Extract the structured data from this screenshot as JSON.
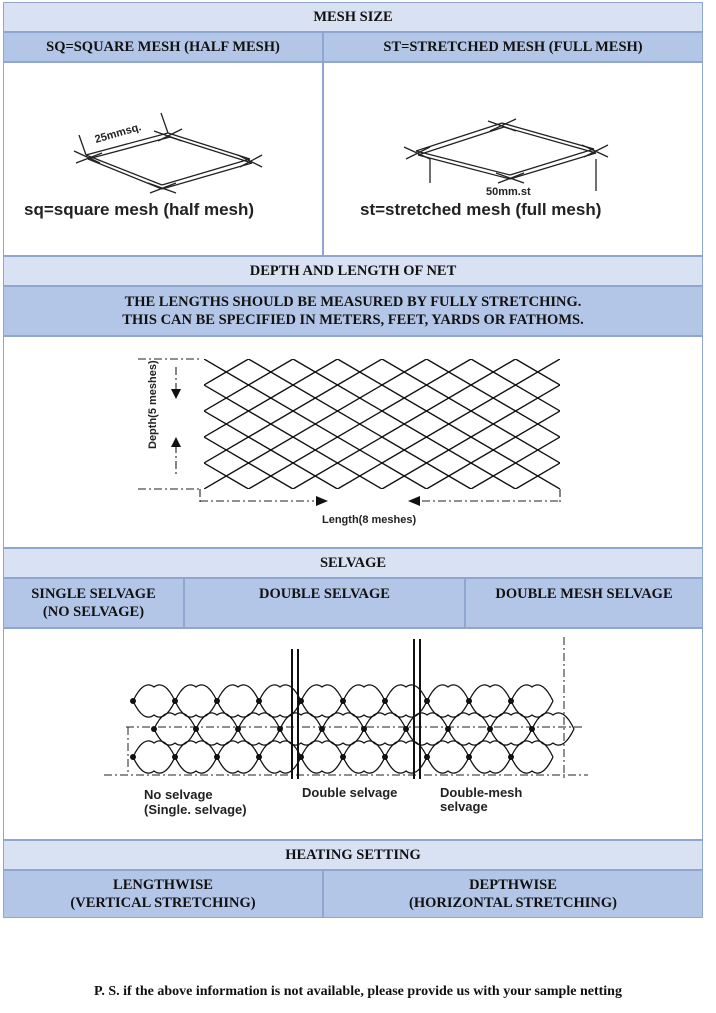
{
  "mesh_size": {
    "title": "MESH SIZE",
    "sq_header": "SQ=SQUARE MESH (HALF MESH)",
    "st_header": "ST=STRETCHED MESH (FULL MESH)",
    "sq_dimension": "25mmsq.",
    "sq_caption": "sq=square mesh (half mesh)",
    "st_dimension": "50mm.st",
    "st_caption": "st=stretched mesh (full mesh)"
  },
  "depth_length": {
    "title": "DEPTH AND LENGTH OF NET",
    "note_line1": "THE LENGTHS SHOULD BE MEASURED BY FULLY STRETCHING.",
    "note_line2": "THIS CAN BE SPECIFIED IN METERS, FEET, YARDS OR FATHOMS.",
    "depth_label": "Depth(5 meshes)",
    "length_label": "Length(8 meshes)"
  },
  "selvage": {
    "title": "SELVAGE",
    "single_line1": "SINGLE SELVAGE",
    "single_line2": "(NO SELVAGE)",
    "double": "DOUBLE SELVAGE",
    "double_mesh": "DOUBLE MESH SELVAGE",
    "label_no_selvage": "No selvage",
    "label_single_selvage": "(Single. selvage)",
    "label_double": "Double selvage",
    "label_double_mesh_1": "Double-mesh",
    "label_double_mesh_2": "selvage"
  },
  "heating": {
    "title": "HEATING SETTING",
    "lengthwise_1": "LENGTHWISE",
    "lengthwise_2": "(VERTICAL STRETCHING)",
    "depthwise_1": "DEPTHWISE",
    "depthwise_2": "(HORIZONTAL STRETCHING)"
  },
  "footer_note": "P. S. if the above information is not available, please provide us with your sample netting"
}
